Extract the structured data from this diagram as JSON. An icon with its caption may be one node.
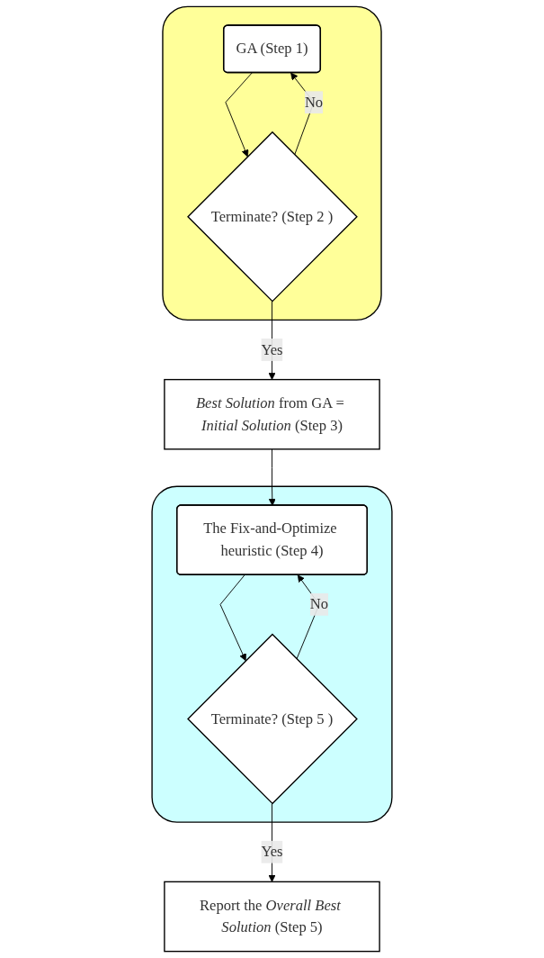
{
  "diagram": {
    "nodes": [
      {
        "text": [],
        "shape": "box"
      },
      {
        "text": [
          "GA (Step 1)"
        ],
        "in": 0
      },
      {
        "text": [
          "Terminate? (Step 2 )"
        ],
        "in": 0
      },
      {
        "text": [
          "*Best Solution* from GA = *Initial Solution* (Step 3)"
        ]
      },
      {
        "text": [],
        "shape": "box"
      },
      {
        "text": [
          "The Fix-and-Optimize heuristic (Step 4)"
        ],
        "in": 4
      },
      {
        "text": [
          "Terminate? (Step 5 )"
        ],
        "in": 4
      },
      {
        "text": [
          "Report the *Overall Best Solution* (Step 5)"
        ]
      }
    ],
    "edges": [
      {
        "from": 1,
        "to": 2,
        "arrow": "to"
      },
      {
        "from": 2,
        "to": 1,
        "arrow": "to",
        "label": "No"
      },
      {
        "from": 2,
        "to": 3,
        "arrow": "to",
        "label": "Yes"
      },
      {
        "from": 3,
        "to": 5,
        "arrow": "to"
      },
      {
        "from": 5,
        "to": 6,
        "arrow": "to"
      },
      {
        "from": 6,
        "to": 5,
        "arrow": "to",
        "label": "No"
      },
      {
        "from": 6,
        "to": 7,
        "arrow": "to",
        "label": "Yes"
      }
    ]
  }
}
